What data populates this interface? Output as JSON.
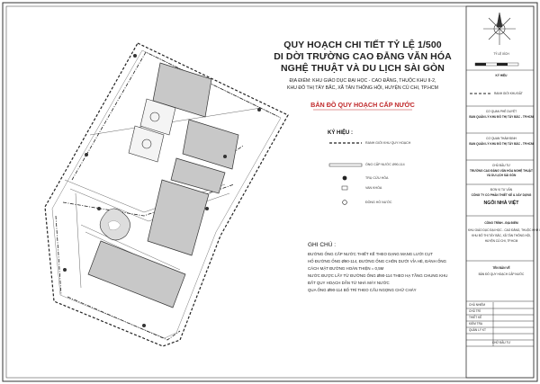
{
  "map": {
    "title": [
      "QUY HOẠCH CHI TIẾT TỶ LỆ 1/500",
      "DI DỜI TRƯỜNG CAO ĐẲNG VĂN HÓA",
      "NGHỆ THUẬT VÀ DU LỊCH SÀI GÒN"
    ],
    "location": [
      "ĐỊA ĐIỂM: KHU GIÁO DỤC ĐẠI HỌC - CAO ĐẲNG, THUỘC KHU II-2,",
      "KHU ĐÔ THỊ TÂY BẮC, XÃ TÂN THÔNG HỘI, HUYỆN CỦ CHI, TP.HCM"
    ],
    "subtitle": "BẢN ĐỒ QUY HOẠCH CẤP NƯỚC"
  },
  "legend": {
    "heading": "KÝ HIỆU :",
    "items": [
      "RANH GIỚI KHU QUY HOẠCH",
      "ỐNG CẤP NƯỚC Ø90-114",
      "TRỤ CỨU HỎA",
      "VAN KHÓA",
      "ĐỒNG HỒ NƯỚC"
    ]
  },
  "notes": {
    "heading": "GHI CHÚ :",
    "lines": [
      "ĐƯỜNG ỐNG CẤP NƯỚC THIẾT KẾ THEO DẠNG MẠNG LƯỚI CỤT",
      "HỐ ĐƯỜNG ỐNG Ø90-114, ĐƯỜNG ỐNG CHÔN DƯỚI VỈA HÈ, ĐÁNH ỐNG",
      "CÁCH MẶT ĐƯỜNG HOÀN THIỆN = 0,5M",
      "NƯỚC ĐƯỢC LẤY TỪ ĐƯỜNG ỐNG Ø90-114 THEO HẠ TẦNG CHUNG KHU",
      "ĐẤT QUY HOẠCH DẪN TỪ NHÀ MÁY NƯỚC",
      "QUA ỐNG Ø90-114 BỐ TRÍ THEO CẤU NGỌNG CHỮ CHÁY"
    ]
  },
  "north": {
    "label": "TỶ LỆ XÍCH"
  },
  "title_block": {
    "key_label": "KÝ HIỆU",
    "key_item": "RANH GIỚI KHU ĐẤT",
    "approver_role": "CƠ QUAN PHÊ DUYỆT",
    "approver_name": "BAN QUẢN LÝ KHU ĐÔ THỊ TÂY BẮC - TP.HCM",
    "appraiser_role": "CƠ QUAN THẨM ĐỊNH",
    "appraiser_name": "BAN QUẢN LÝ KHU ĐÔ THỊ TÂY BẮC - TP.HCM",
    "investor_role": "CHỦ ĐẦU TƯ",
    "investor_name": [
      "TRƯỜNG CAO ĐẲNG VĂN HÓA NGHỆ THUẬT",
      "VÀ DU LỊCH SÀI GÒN"
    ],
    "consultant_role": "ĐƠN VỊ TƯ VẤN",
    "consultant_name": "CÔNG TY CỔ PHẦN THIẾT KẾ & XÂY DỰNG",
    "firm": "NGÔI NHÀ VIỆT",
    "project_head": "CÔNG TRÌNH - ĐỊA ĐIỂM",
    "project_lines": [
      "KHU GIÁO DỤC ĐẠI HỌC - CAO ĐẲNG, THUỘC KHU II-",
      "KHU ĐÔ THỊ TÂY BẮC, XÃ TÂN THÔNG HỘI,",
      "HUYỆN CỦ CHI, TP.HCM"
    ],
    "sheet_label": "TÊN BẢN VẼ",
    "sheet_name": "BẢN ĐỒ QUY HOẠCH CẤP NƯỚC",
    "staff": [
      {
        "role": "CHỦ NHIỆM",
        "name": ""
      },
      {
        "role": "CHỦ TRÌ",
        "name": ""
      },
      {
        "role": "THIẾT KẾ",
        "name": ""
      },
      {
        "role": "KIỂM TRA",
        "name": ""
      },
      {
        "role": "QUẢN LÝ KT",
        "name": ""
      }
    ],
    "footer": "CHỮ ĐẦU TƯ"
  },
  "colors": {
    "title_red": "#c0292b",
    "lines": "#333333",
    "building_fill": "#bdbdbd"
  }
}
